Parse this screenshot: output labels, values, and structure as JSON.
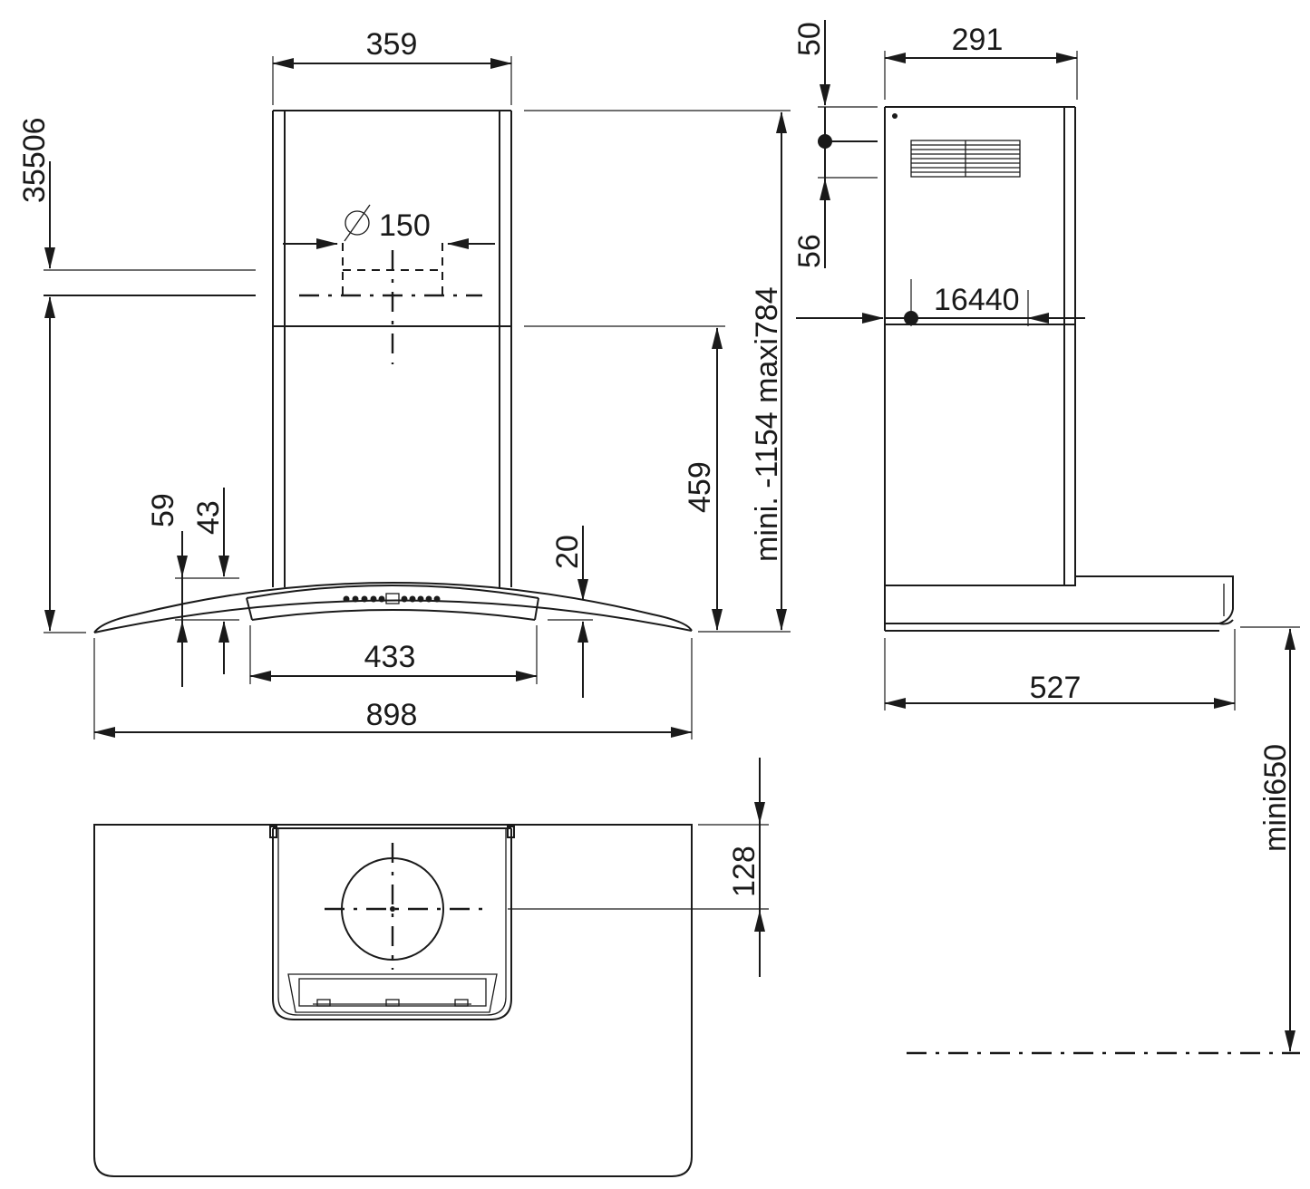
{
  "dimensions": {
    "chimney_width": "359",
    "side_depth_top": "291",
    "duct_diameter": "150",
    "left_vertical": "35506",
    "top_offset": "50",
    "vent_offset": "56",
    "side_bracket": "16440",
    "chimney_height_range": "mini. -1154 maxi784",
    "lower_chimney": "459",
    "canopy_thickness_outer": "59",
    "canopy_thickness_inner": "43",
    "canopy_edge": "20",
    "panel_width": "433",
    "hood_width": "898",
    "hood_depth": "527",
    "duct_offset_plan": "128",
    "min_height_above_hob": "mini650"
  }
}
